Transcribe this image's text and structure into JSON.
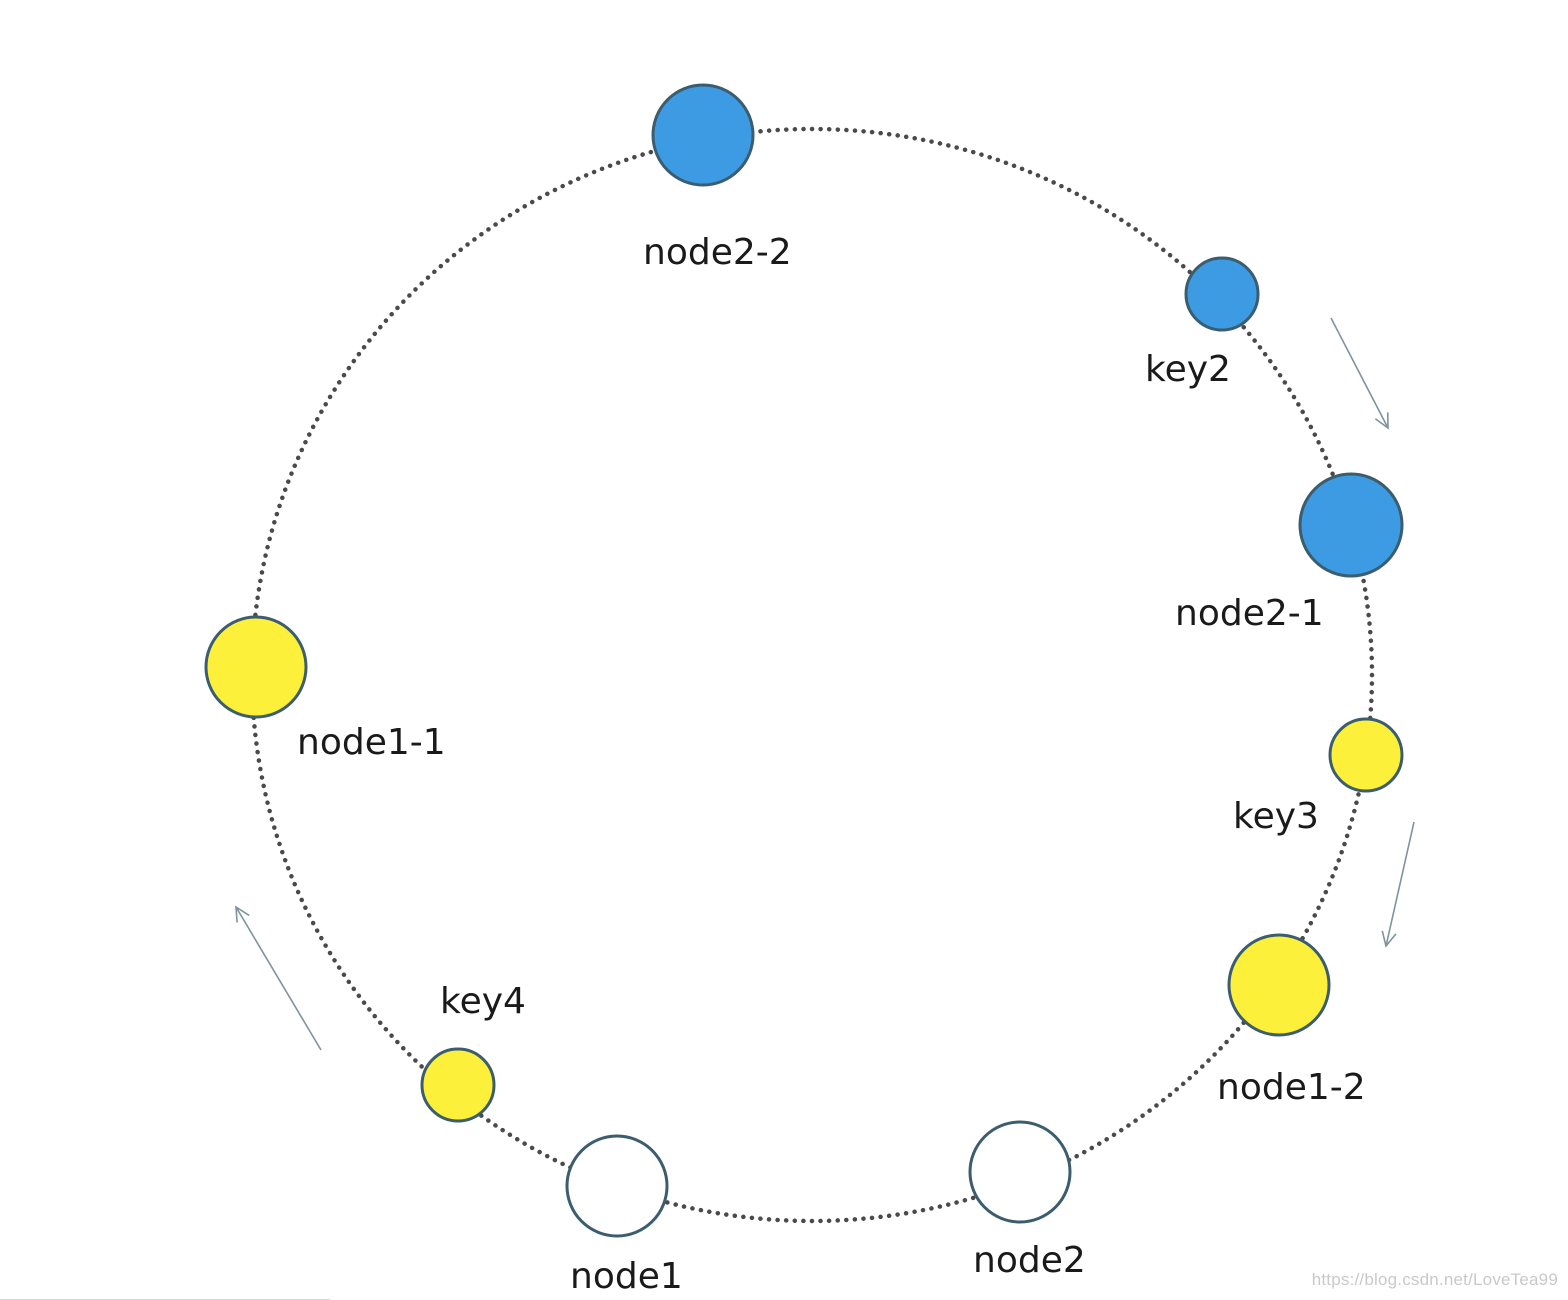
{
  "diagram": {
    "colors": {
      "blue": "#3d9be3",
      "yellow": "#fcf03a",
      "white": "#ffffff",
      "outline": "#3b5d6e",
      "ring": "#4a4a4a",
      "arrow": "#7e939c"
    },
    "nodes": [
      {
        "id": "node2-2",
        "label": "node2-2",
        "color": "blue"
      },
      {
        "id": "key2",
        "label": "key2",
        "color": "blue"
      },
      {
        "id": "node2-1",
        "label": "node2-1",
        "color": "blue"
      },
      {
        "id": "key3",
        "label": "key3",
        "color": "yellow"
      },
      {
        "id": "node1-2",
        "label": "node1-2",
        "color": "yellow"
      },
      {
        "id": "node2",
        "label": "node2",
        "color": "white"
      },
      {
        "id": "node1",
        "label": "node1",
        "color": "white"
      },
      {
        "id": "key4",
        "label": "key4",
        "color": "yellow"
      },
      {
        "id": "node1-1",
        "label": "node1-1",
        "color": "yellow"
      }
    ],
    "arrows": [
      {
        "id": "arrow-key2-to-node2-1"
      },
      {
        "id": "arrow-key3-to-node1-2"
      },
      {
        "id": "arrow-key4-to-node1-1"
      }
    ]
  },
  "watermark": "https://blog.csdn.net/LoveTea99"
}
